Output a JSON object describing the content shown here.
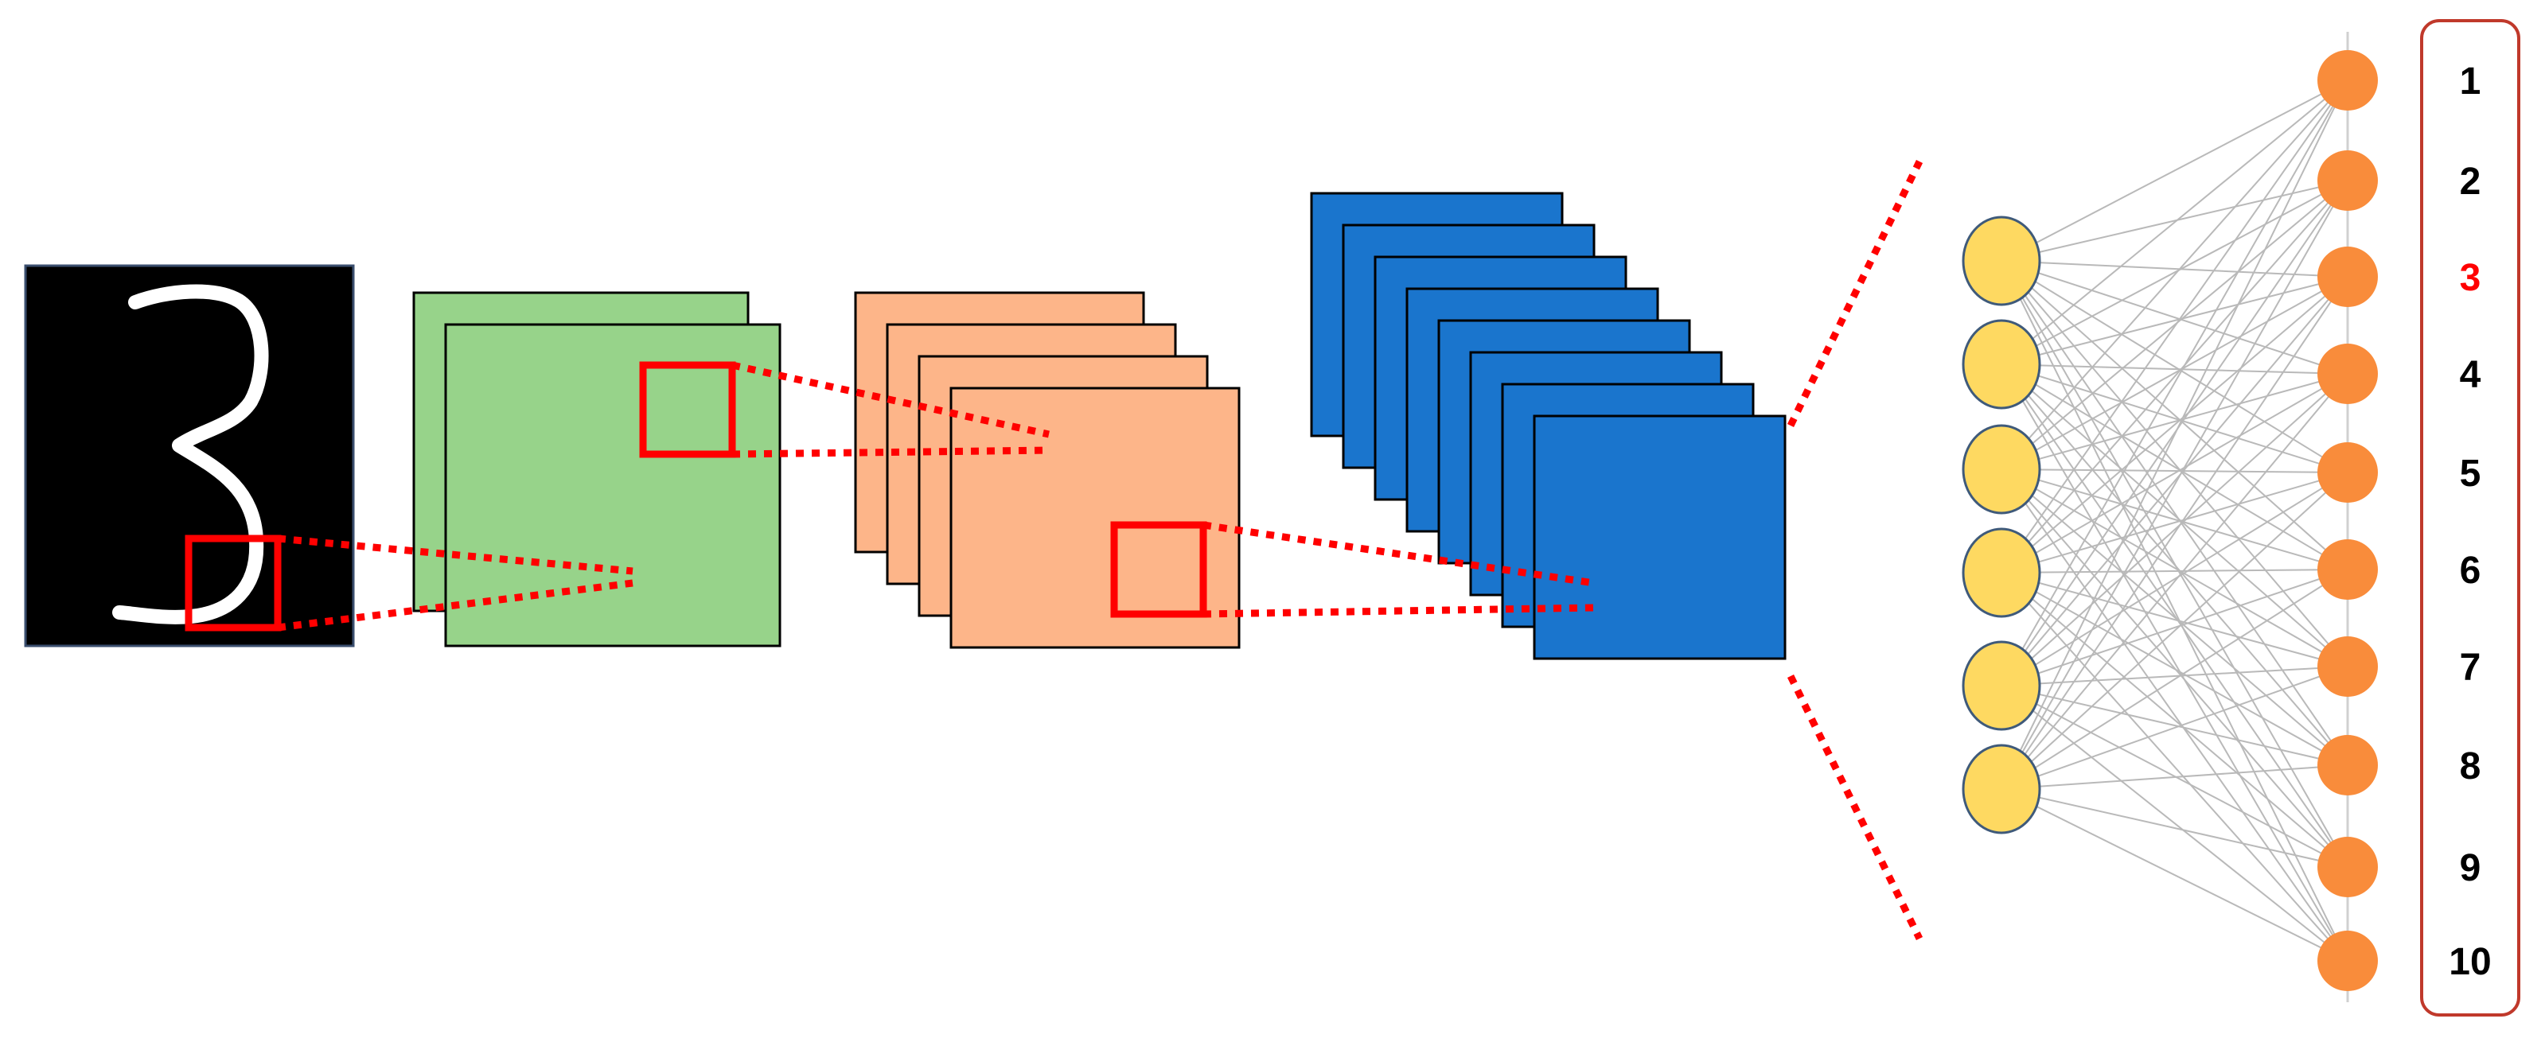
{
  "input_image": {
    "digit": "3"
  },
  "output_labels": [
    {
      "text": "1",
      "highlight": false
    },
    {
      "text": "2",
      "highlight": false
    },
    {
      "text": "3",
      "highlight": true
    },
    {
      "text": "4",
      "highlight": false
    },
    {
      "text": "5",
      "highlight": false
    },
    {
      "text": "6",
      "highlight": false
    },
    {
      "text": "7",
      "highlight": false
    },
    {
      "text": "8",
      "highlight": false
    },
    {
      "text": "9",
      "highlight": false
    },
    {
      "text": "10",
      "highlight": false
    }
  ],
  "colors": {
    "input_background": "#000000",
    "digit_stroke": "#ffffff",
    "conv1_maps": "#97d38a",
    "conv2_maps": "#fdb589",
    "conv3_maps": "#1a75cd",
    "receptive_field": "#ff0000",
    "dense_nodes": "#fed961",
    "output_nodes": "#f98c3b",
    "connections": "#b9b9b9",
    "label_text": "#000000",
    "label_highlight": "#ff0000",
    "label_box_border": "#c0392b"
  }
}
